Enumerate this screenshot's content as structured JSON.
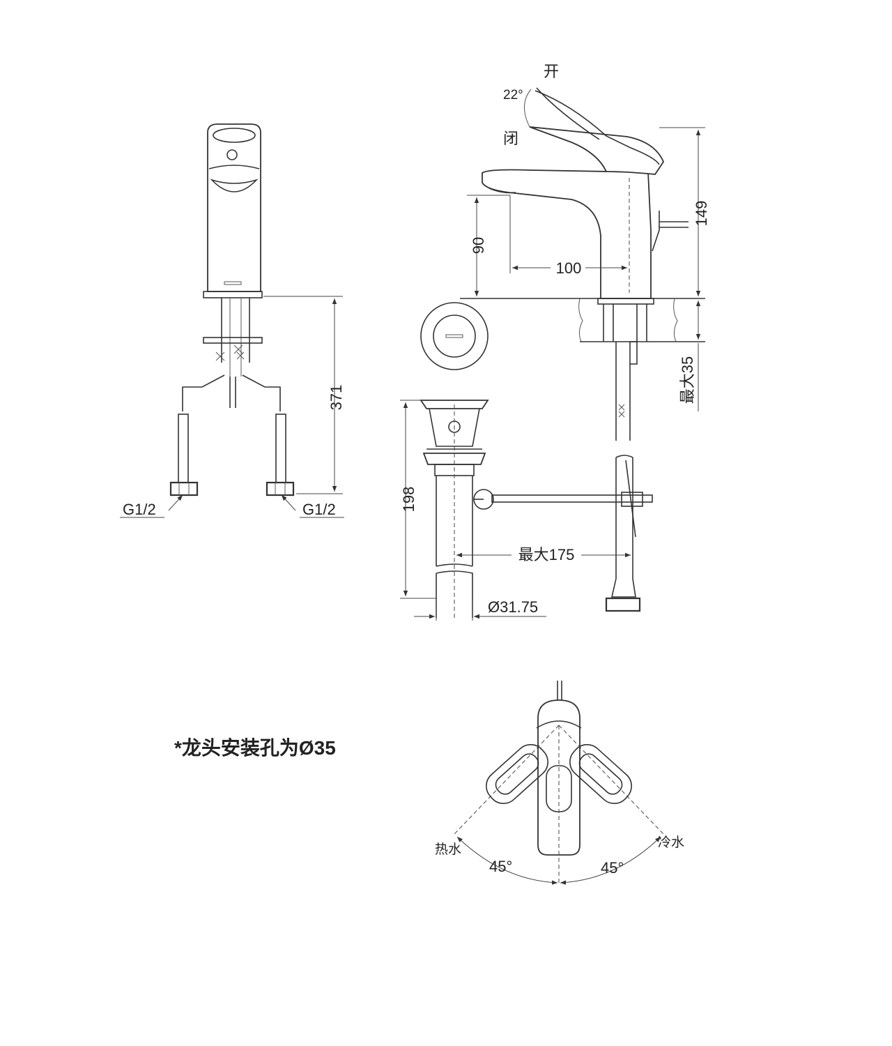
{
  "labels": {
    "open": "开",
    "closed": "闭",
    "angle_22": "22°",
    "dim_149": "149",
    "dim_90": "90",
    "dim_100": "100",
    "dim_max35": "最大35",
    "dim_371": "371",
    "thread_left": "G1/2",
    "thread_right": "G1/2",
    "dim_198": "198",
    "dim_max175": "最大175",
    "dim_diameter": "Ø31.75",
    "hot_water": "热水",
    "cold_water": "冷水",
    "angle_hot": "45°",
    "angle_cold": "45°",
    "install_note": "*龙头安装孔为Ø35"
  }
}
